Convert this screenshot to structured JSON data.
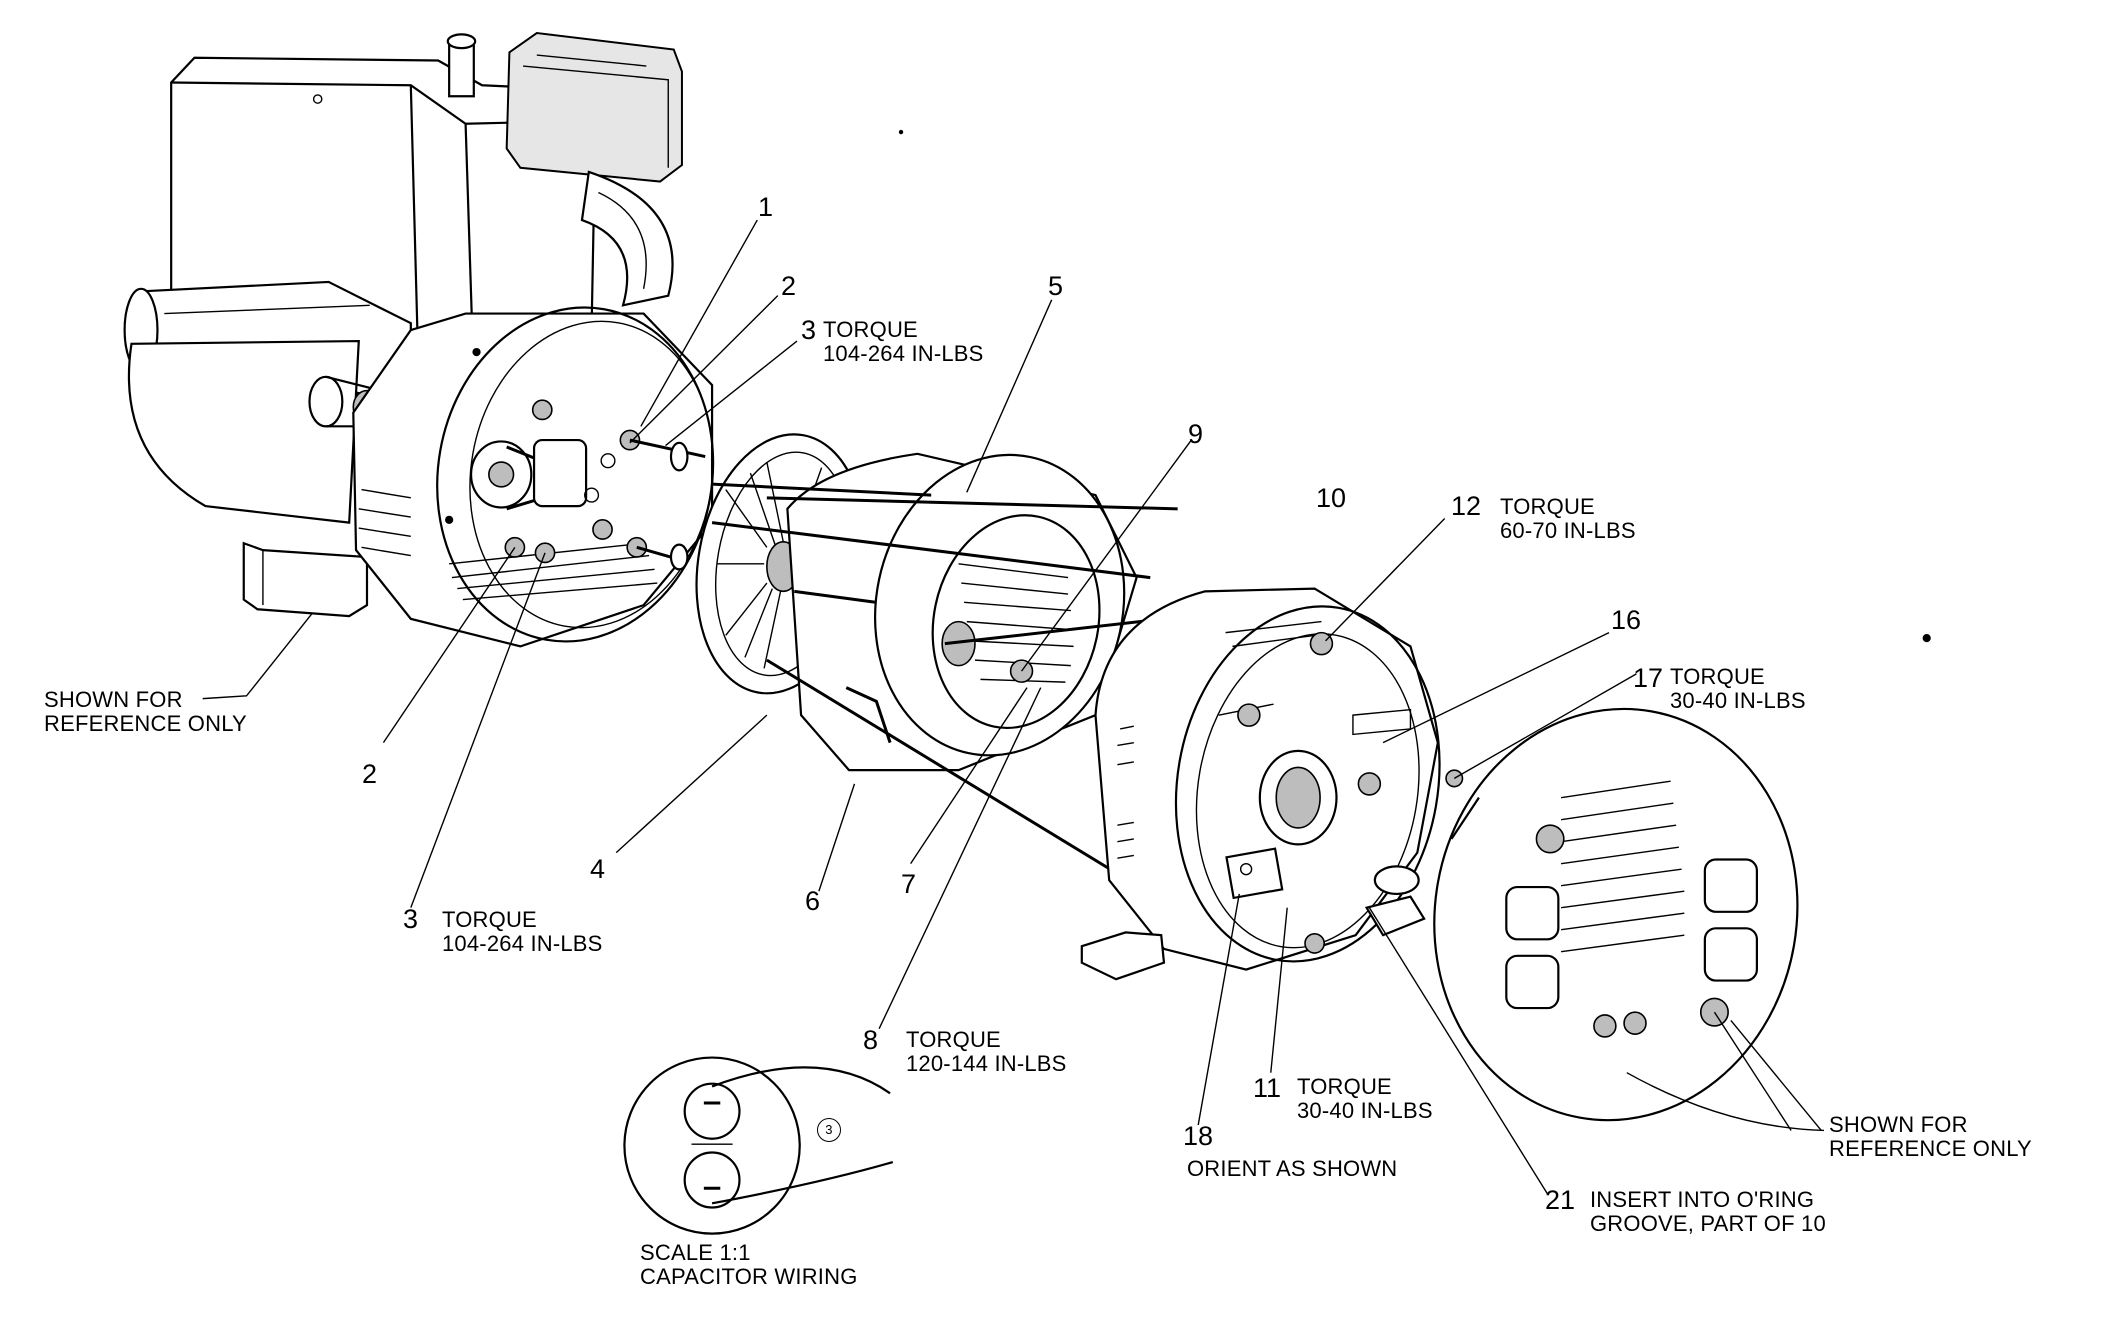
{
  "callouts": {
    "p1": "1",
    "p2a": "2",
    "p2b": "2",
    "p3a": "3",
    "p3a_note": "TORQUE\n104-264 IN-LBS",
    "p3b": "3",
    "p3b_note": "TORQUE\n104-264 IN-LBS",
    "p4": "4",
    "p5": "5",
    "p6": "6",
    "p7": "7",
    "p8": "8",
    "p8_note": "TORQUE\n120-144 IN-LBS",
    "p9": "9",
    "p10": "10",
    "p11": "11",
    "p11_note": "TORQUE\n30-40 IN-LBS",
    "p12": "12",
    "p12_note": "TORQUE\n60-70 IN-LBS",
    "p16": "16",
    "p17": "17",
    "p17_note": "TORQUE\n30-40 IN-LBS",
    "p18": "18",
    "p18_note": "ORIENT AS SHOWN",
    "p21": "21",
    "p21_note": "INSERT INTO O'RING\nGROOVE, PART OF 10"
  },
  "reference_left": "SHOWN FOR\nREFERENCE ONLY",
  "reference_right": "SHOWN FOR\nREFERENCE ONLY",
  "capacitor_detail": {
    "caption": "SCALE 1:1\nCAPACITOR WIRING",
    "marker": "3"
  }
}
